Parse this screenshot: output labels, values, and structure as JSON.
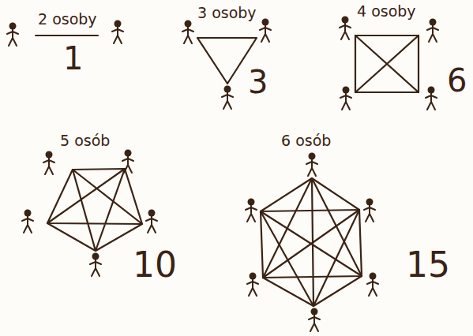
{
  "diagram": {
    "labels": [
      "2 osoby",
      "1",
      "3 osoby",
      "3",
      "4 osoby",
      "6",
      "5 osób",
      "10",
      "6 osób",
      "15"
    ]
  }
}
